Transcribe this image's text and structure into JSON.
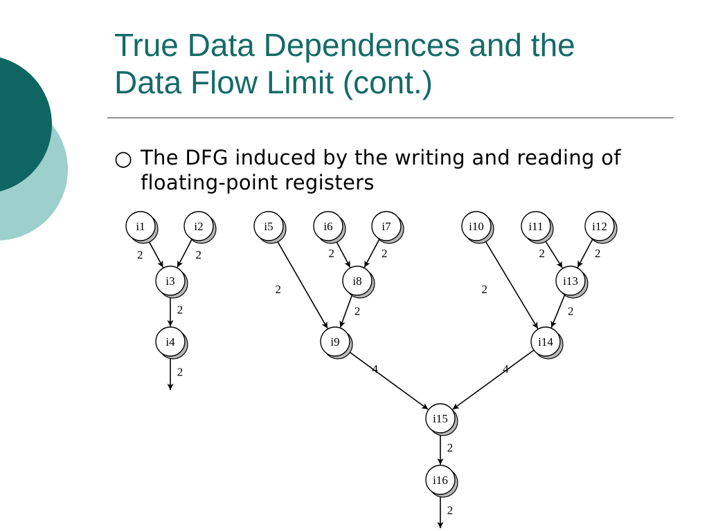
{
  "slide": {
    "title_line1": "True Data Dependences and the",
    "title_line2": "Data Flow Limit (cont.)",
    "bullet_text": "The DFG induced by the writing and reading of floating-point registers",
    "colors": {
      "title": "#156b67",
      "deco_dark": "#0f6562",
      "deco_light": "#9dcfcd"
    }
  },
  "dfg": {
    "nodes": [
      {
        "id": "i1",
        "label": "i1"
      },
      {
        "id": "i2",
        "label": "i2"
      },
      {
        "id": "i3",
        "label": "i3"
      },
      {
        "id": "i4",
        "label": "i4"
      },
      {
        "id": "i5",
        "label": "i5"
      },
      {
        "id": "i6",
        "label": "i6"
      },
      {
        "id": "i7",
        "label": "i7"
      },
      {
        "id": "i8",
        "label": "i8"
      },
      {
        "id": "i9",
        "label": "i9"
      },
      {
        "id": "i10",
        "label": "i10"
      },
      {
        "id": "i11",
        "label": "i11"
      },
      {
        "id": "i12",
        "label": "i12"
      },
      {
        "id": "i13",
        "label": "i13"
      },
      {
        "id": "i14",
        "label": "i14"
      },
      {
        "id": "i15",
        "label": "i15"
      },
      {
        "id": "i16",
        "label": "i16"
      }
    ],
    "edges": [
      {
        "from": "i1",
        "to": "i3",
        "weight": "2"
      },
      {
        "from": "i2",
        "to": "i3",
        "weight": "2"
      },
      {
        "from": "i3",
        "to": "i4",
        "weight": "2"
      },
      {
        "from": "i4",
        "to": null,
        "weight": "2"
      },
      {
        "from": "i5",
        "to": "i9",
        "weight": "2"
      },
      {
        "from": "i6",
        "to": "i8",
        "weight": "2"
      },
      {
        "from": "i7",
        "to": "i8",
        "weight": "2"
      },
      {
        "from": "i8",
        "to": "i9",
        "weight": "2"
      },
      {
        "from": "i10",
        "to": "i14",
        "weight": "2"
      },
      {
        "from": "i11",
        "to": "i13",
        "weight": "2"
      },
      {
        "from": "i12",
        "to": "i13",
        "weight": "2"
      },
      {
        "from": "i13",
        "to": "i14",
        "weight": "2"
      },
      {
        "from": "i9",
        "to": "i15",
        "weight": "4"
      },
      {
        "from": "i14",
        "to": "i15",
        "weight": "4"
      },
      {
        "from": "i15",
        "to": "i16",
        "weight": "2"
      },
      {
        "from": "i16",
        "to": null,
        "weight": "2"
      }
    ]
  }
}
